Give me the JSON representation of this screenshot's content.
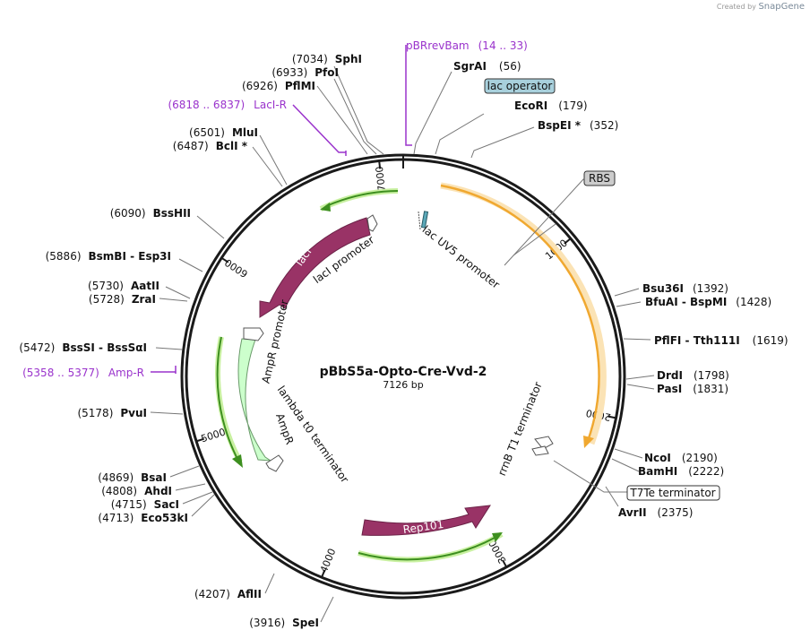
{
  "brand": {
    "created_by": "Created by",
    "name": "SnapGene"
  },
  "plasmid": {
    "name": "pBbS5a-Opto-Cre-Vvd-2",
    "length_label": "7126 bp",
    "length": 7126
  },
  "ticks": [
    {
      "pos": 1000,
      "label": "1000"
    },
    {
      "pos": 2000,
      "label": "2000"
    },
    {
      "pos": 3000,
      "label": "3000"
    },
    {
      "pos": 4000,
      "label": "4000"
    },
    {
      "pos": 5000,
      "label": "5000"
    },
    {
      "pos": 6000,
      "label": "6000"
    },
    {
      "pos": 7000,
      "label": "7000"
    }
  ],
  "sites": [
    {
      "name": "SphI",
      "pos_label": "(7034)"
    },
    {
      "name": "PfoI",
      "pos_label": "(6933)"
    },
    {
      "name": "PflMI",
      "pos_label": "(6926)"
    },
    {
      "name": "MluI",
      "pos_label": "(6501)"
    },
    {
      "name": "BclI *",
      "pos_label": "(6487)"
    },
    {
      "name": "BssHII",
      "pos_label": "(6090)"
    },
    {
      "name": "BsmBI  - Esp3I",
      "pos_label": "(5886)"
    },
    {
      "name": "AatII",
      "pos_label": "(5730)"
    },
    {
      "name": "ZraI",
      "pos_label": "(5728)"
    },
    {
      "name": "BssSI  - BssSαI",
      "pos_label": "(5472)"
    },
    {
      "name": "PvuI",
      "pos_label": "(5178)"
    },
    {
      "name": "BsaI",
      "pos_label": "(4869)"
    },
    {
      "name": "AhdI",
      "pos_label": "(4808)"
    },
    {
      "name": "SacI",
      "pos_label": "(4715)"
    },
    {
      "name": "Eco53kI",
      "pos_label": "(4713)"
    },
    {
      "name": "AflII",
      "pos_label": "(4207)"
    },
    {
      "name": "SpeI",
      "pos_label": "(3916)"
    },
    {
      "name": "SgrAI",
      "pos_label": "(56)"
    },
    {
      "name": "EcoRI",
      "pos_label": "(179)"
    },
    {
      "name": "BspEI *",
      "pos_label": "(352)"
    },
    {
      "name": "Bsu36I",
      "pos_label": "(1392)"
    },
    {
      "name": "BfuAI  - BspMI",
      "pos_label": "(1428)"
    },
    {
      "name": "PflFI  - Tth111I",
      "pos_label": "(1619)"
    },
    {
      "name": "DrdI",
      "pos_label": "(1798)"
    },
    {
      "name": "PasI",
      "pos_label": "(1831)"
    },
    {
      "name": "NcoI",
      "pos_label": "(2190)"
    },
    {
      "name": "BamHI",
      "pos_label": "(2222)"
    },
    {
      "name": "AvrII",
      "pos_label": "(2375)"
    }
  ],
  "primers": [
    {
      "name": "pBRrevBam",
      "range": "(14 .. 33)"
    },
    {
      "name": "LacI-R",
      "range": "(6818 .. 6837)"
    },
    {
      "name": "Amp-R",
      "range": "(5358 .. 5377)"
    }
  ],
  "boxed_features": {
    "lac_operator": "lac operator",
    "rbs": "RBS",
    "t7te": "T7Te terminator"
  },
  "features": {
    "laci": "lacI",
    "laci_promoter": "lacI promoter",
    "ampr_promoter": "AmpR promoter",
    "ampr": "AmpR",
    "lambda": "lambda t0 terminator",
    "lacuv5": "lac UV5 promoter",
    "rrnb": "rrnB T1 terminator",
    "rep101": "Rep101"
  },
  "colors": {
    "backbone": "#1a1a1a",
    "feature_orange": "#f0a830",
    "feature_green": "#3d8f1f",
    "laci_fill": "#993366",
    "primer_purple": "#9a33cc",
    "lac_operator_fill": "#a8d0dc",
    "rbs_fill": "#cccccc"
  }
}
